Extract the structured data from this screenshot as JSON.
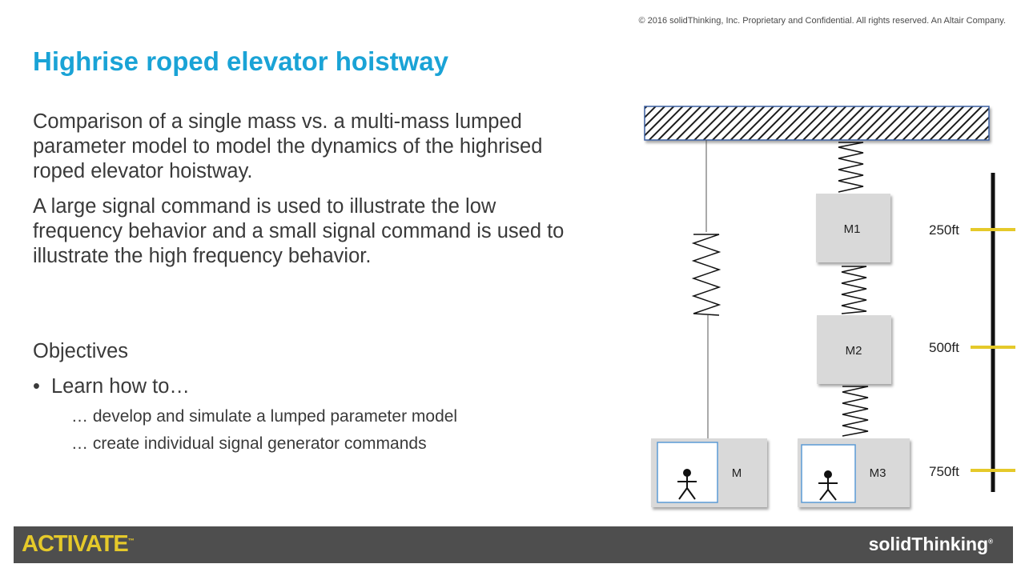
{
  "header": {
    "copyright": "© 2016 solidThinking, Inc. Proprietary and Confidential. All rights reserved. An Altair Company."
  },
  "slide": {
    "title": "Highrise roped elevator hoistway",
    "paragraph1": "Comparison of a single mass vs. a multi-mass lumped parameter model to model the dynamics of the highrised roped elevator hoistway.",
    "paragraph2": "A large signal command is used to illustrate the low frequency behavior and a small signal command is used to illustrate the high frequency behavior.",
    "objectives_heading": "Objectives",
    "bullet": "Learn how to…",
    "sub_items": [
      "… develop and simulate a lumped parameter model",
      "… create individual signal generator commands"
    ]
  },
  "diagram": {
    "single_mass_label": "M",
    "multi_mass_labels": [
      "M1",
      "M2",
      "M3"
    ],
    "height_markers": [
      "250ft",
      "500ft",
      "750ft"
    ],
    "colors": {
      "marker": "#e5c92a",
      "mass_fill": "#d9d9d9",
      "cab_border": "#5b9bd5"
    }
  },
  "footer": {
    "left_logo": "ACTIVATE",
    "left_logo_mark": "™",
    "right_logo": "solidThinking",
    "right_logo_mark": "®"
  }
}
